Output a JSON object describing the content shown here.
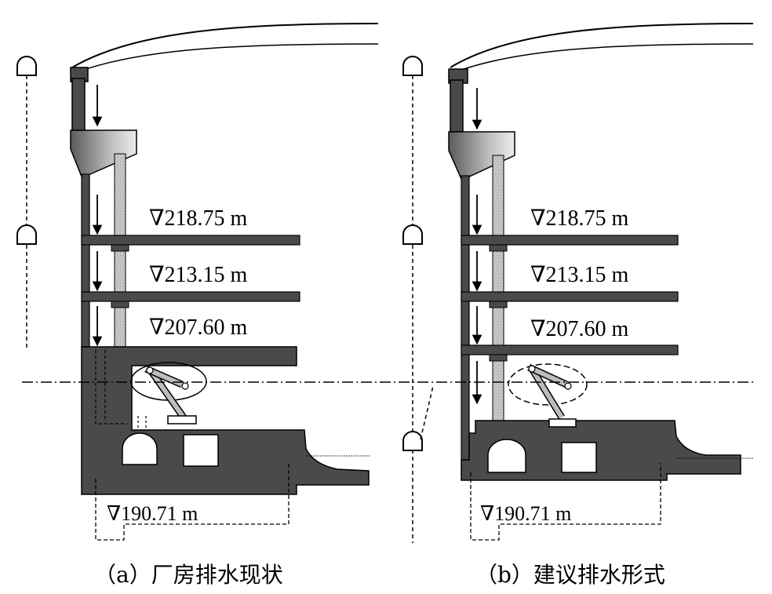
{
  "panels": [
    {
      "id": "a",
      "caption": "（a）厂房排水现状",
      "levels": [
        "∇218.75 m",
        "∇213.15 m",
        "∇207.60 m"
      ],
      "base_level": "∇190.71 m"
    },
    {
      "id": "b",
      "caption": "（b）建议排水形式",
      "levels": [
        "∇218.75 m",
        "∇213.15 m",
        "∇207.60 m"
      ],
      "base_level": "∇190.71 m"
    }
  ],
  "colors": {
    "concrete": "#4a4a4a",
    "stroke": "#000000",
    "column_fill": "#c8c8c8",
    "background": "#ffffff"
  }
}
